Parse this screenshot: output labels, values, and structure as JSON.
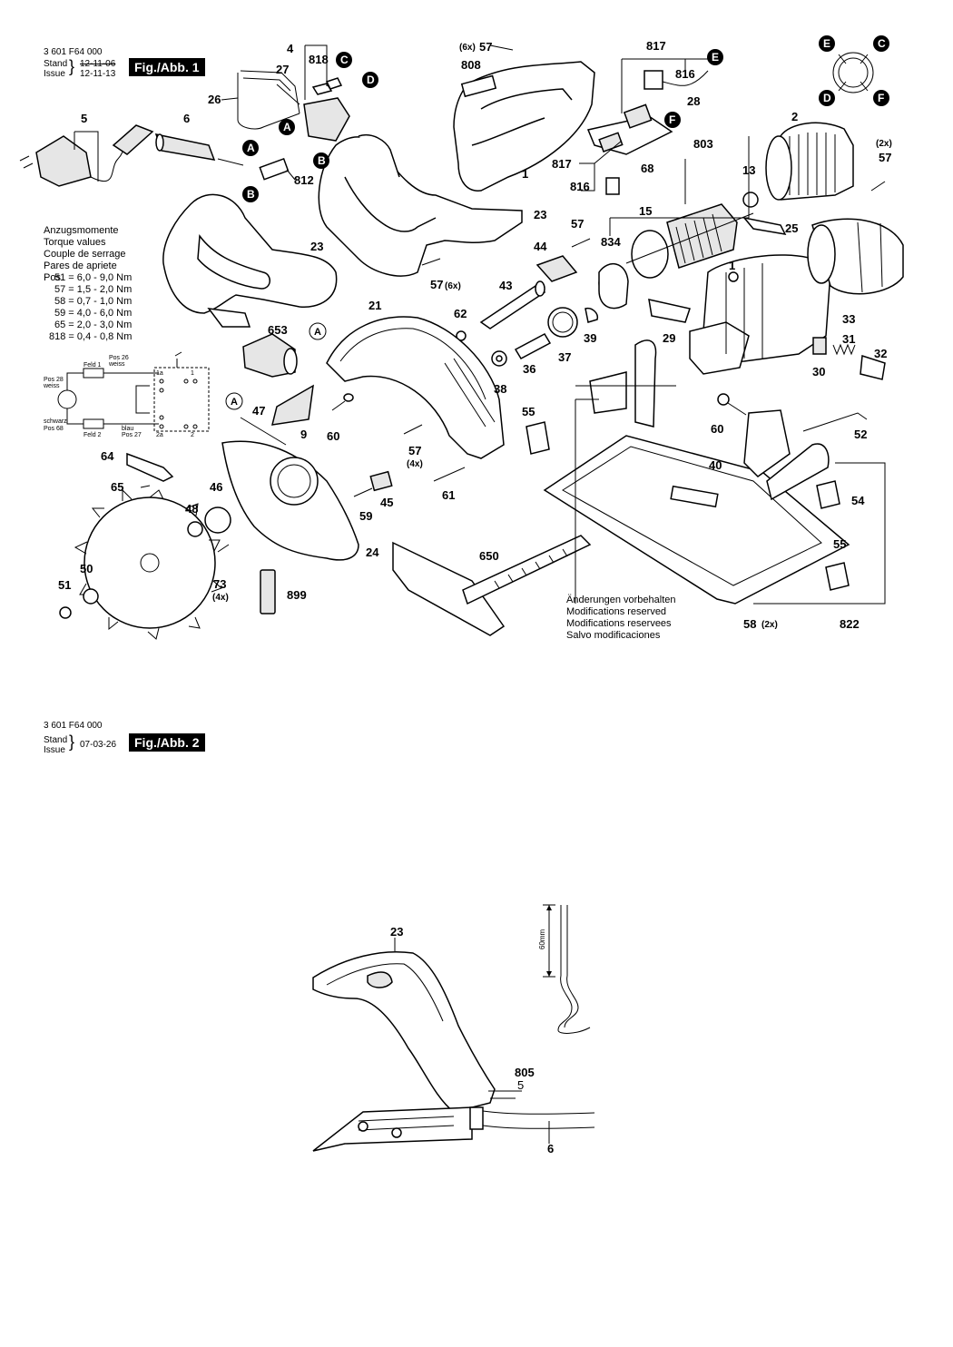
{
  "fig1": {
    "part_number": "3 601 F64 000",
    "stand_label": "Stand",
    "issue_label": "Issue",
    "stand_date": "12-11-06",
    "issue_date": "12-11-13",
    "title": "Fig./Abb. 1"
  },
  "fig2": {
    "part_number": "3 601 F64 000",
    "stand_label": "Stand",
    "issue_label": "Issue",
    "date": "07-03-26",
    "title": "Fig./Abb. 2"
  },
  "torque": {
    "lines": [
      "Anzugsmomente",
      "Torque values",
      "Couple de serrage",
      "Pares de apriete"
    ],
    "pos_label": "Pos",
    "values": [
      "51 = 6,0 - 9,0 Nm",
      "57 = 1,5 - 2,0 Nm",
      "58 = 0,7 - 1,0 Nm",
      "59 = 4,0 - 6,0 Nm",
      "65 = 2,0 - 3,0 Nm",
      "818 = 0,4 - 0,8 Nm"
    ]
  },
  "modifications": [
    "Änderungen vorbehalten",
    "Modifications reserved",
    "Modifications reservees",
    "Salvo modificaciones"
  ],
  "wiring": {
    "pos26": "Pos 26",
    "weiss1": "weiss",
    "pos28": "Pos 28",
    "weiss2": "weiss",
    "feld1": "Feld 1",
    "feld2": "Feld 2",
    "schwarz": "schwarz",
    "pos68": "Pos 68",
    "blau": "blau",
    "pos27": "Pos 27",
    "t1a": "1a",
    "t1": "1",
    "t2a": "2a",
    "t2": "2"
  },
  "callouts": {
    "c_A": "A",
    "c_B": "B",
    "c_C": "C",
    "c_D": "D",
    "c_E": "E",
    "c_F": "F",
    "p1": "1",
    "p2": "2",
    "p4": "4",
    "p5": "5",
    "p6": "6",
    "p9": "9",
    "p13": "13",
    "p15": "15",
    "p21": "21",
    "p23a": "23",
    "p23b": "23",
    "p24": "24",
    "p25": "25",
    "p26": "26",
    "p27": "27",
    "p28": "28",
    "p29": "29",
    "p30": "30",
    "p31": "31",
    "p32": "32",
    "p33": "33",
    "p36": "36",
    "p37": "37",
    "p38": "38",
    "p39": "39",
    "p40": "40",
    "p43": "43",
    "p44": "44",
    "p45": "45",
    "p46": "46",
    "p47": "47",
    "p48": "48",
    "p50": "50",
    "p51": "51",
    "p52": "52",
    "p54": "54",
    "p55a": "55",
    "p55b": "55",
    "p57a": "57",
    "p57b": "57",
    "p57c": "57",
    "p57d": "57",
    "p57e": "57",
    "p58": "58",
    "p59": "59",
    "p60a": "60",
    "p60b": "60",
    "p61": "61",
    "p62": "62",
    "p64": "64",
    "p65": "65",
    "p68": "68",
    "p73": "73",
    "p650": "650",
    "p653": "653",
    "p803": "803",
    "p808": "808",
    "p812": "812",
    "p816a": "816",
    "p816b": "816",
    "p817a": "817",
    "p817b": "817",
    "p818": "818",
    "p822": "822",
    "p834": "834",
    "p899": "899",
    "q6x_a": "(6x)",
    "q6x_b": "(6x)",
    "q2x_a": "(2x)",
    "q2x_b": "(2x)",
    "q4x_a": "(4x)",
    "q4x_b": "(4x)",
    "f2_23": "23",
    "f2_805": "805",
    "f2_5": "5",
    "f2_6": "6",
    "f2_60mm": "60mm"
  }
}
